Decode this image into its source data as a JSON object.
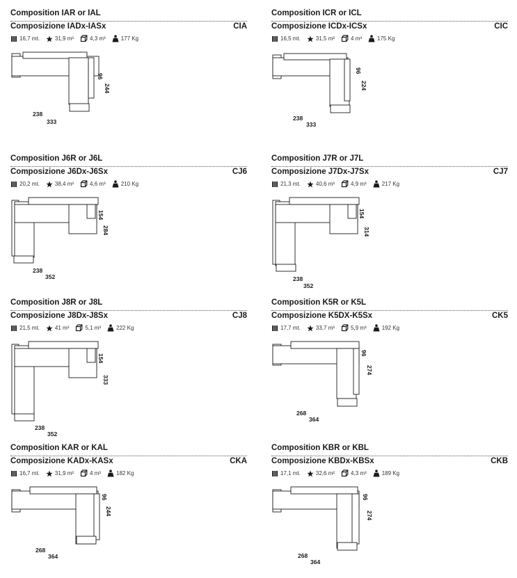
{
  "cards": [
    {
      "title": "Composition IAR or IAL",
      "subtitle": "Composizione IADx-IASx",
      "code": "CIA",
      "specs": {
        "length": "16,7 mt.",
        "area": "31,9 m²",
        "volume": "4,3 m³",
        "weight": "177 Kg"
      },
      "dims": {
        "short": "96",
        "tall": "244",
        "inner": "238",
        "total": "333"
      }
    },
    {
      "title": "Composition ICR or ICL",
      "subtitle": "Composizione ICDx-ICSx",
      "code": "CIC",
      "specs": {
        "length": "16,5 mt.",
        "area": "31,5 m²",
        "volume": "4 m³",
        "weight": "175 Kg"
      },
      "dims": {
        "short": "96",
        "tall": "224",
        "inner": "238",
        "total": "333"
      }
    },
    {
      "title": "Composition J6R or J6L",
      "subtitle": "Composizione J6Dx-J6Sx",
      "code": "CJ6",
      "specs": {
        "length": "20,2 mt.",
        "area": "38,4 m²",
        "volume": "4,6 m³",
        "weight": "210 Kg"
      },
      "dims": {
        "short": "154",
        "tall": "284",
        "inner": "238",
        "total": "352"
      }
    },
    {
      "title": "Composition J7R or J7L",
      "subtitle": "Composizione J7Dx-J7Sx",
      "code": "CJ7",
      "specs": {
        "length": "21,3 mt.",
        "area": "40,6 m²",
        "volume": "4,9 m³",
        "weight": "217 Kg"
      },
      "dims": {
        "short": "154",
        "tall": "314",
        "inner": "238",
        "total": "352"
      }
    },
    {
      "title": "Composition J8R or J8L",
      "subtitle": "Composizione J8Dx-J8Sx",
      "code": "CJ8",
      "specs": {
        "length": "21,5 mt.",
        "area": "41 m²",
        "volume": "5,1 m³",
        "weight": "222 Kg"
      },
      "dims": {
        "short": "154",
        "tall": "333",
        "inner": "238",
        "total": "352"
      }
    },
    {
      "title": "Composition K5R or K5L",
      "subtitle": "Composizione K5DX-K5Sx",
      "code": "CK5",
      "specs": {
        "length": "17,7 mt.",
        "area": "33,7 m²",
        "volume": "5,9 m³",
        "weight": "192 Kg"
      },
      "dims": {
        "short": "96",
        "tall": "274",
        "inner": "268",
        "total": "364"
      }
    },
    {
      "title": "Composition KAR or KAL",
      "subtitle": "Composizione KADx-KASx",
      "code": "CKA",
      "specs": {
        "length": "16,7 mt.",
        "area": "31,9 m²",
        "volume": "4 m³",
        "weight": "182 Kg"
      },
      "dims": {
        "short": "96",
        "tall": "244",
        "inner": "268",
        "total": "364"
      }
    },
    {
      "title": "Composition KBR or KBL",
      "subtitle": "Composizione KBDx-KBSx",
      "code": "CKB",
      "specs": {
        "length": "17,1 mt.",
        "area": "32,6 m²",
        "volume": "4,3 m³",
        "weight": "189 Kg"
      },
      "dims": {
        "short": "96",
        "tall": "274",
        "inner": "268",
        "total": "364"
      }
    }
  ]
}
